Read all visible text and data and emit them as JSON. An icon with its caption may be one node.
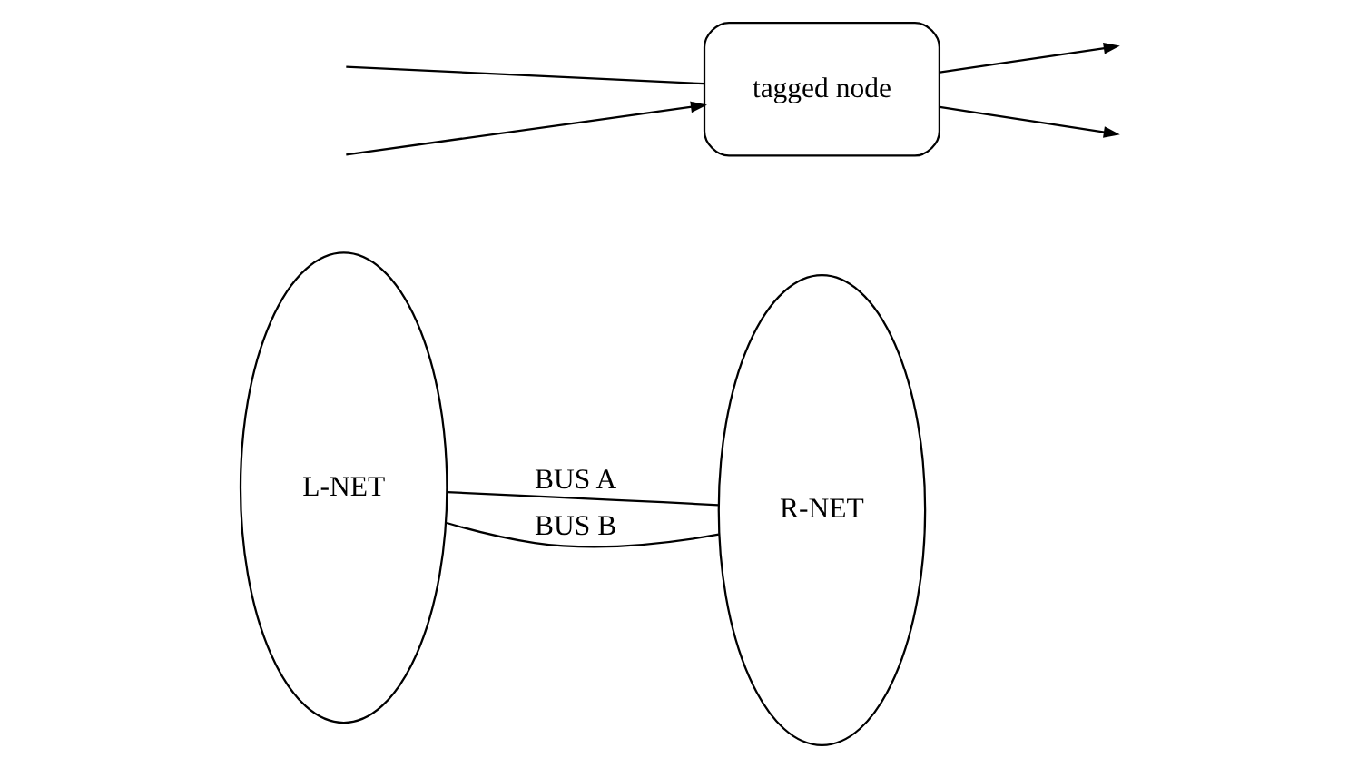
{
  "diagram": {
    "nodes": [
      {
        "text": [
          "L-NET"
        ]
      },
      {
        "text": [
          "tagged node"
        ]
      },
      {
        "text": [
          "R-NET"
        ]
      }
    ],
    "edges": [
      {
        "from": 0,
        "to": 2,
        "arrow": "none",
        "label": "BUS A"
      },
      {
        "from": 0,
        "to": 2,
        "arrow": "none",
        "label": "BUS B"
      },
      {
        "from": null,
        "to": 1,
        "arrow": "none"
      },
      {
        "from": null,
        "to": 1,
        "arrow": "to"
      },
      {
        "from": 1,
        "to": null,
        "arrow": "to"
      },
      {
        "from": 1,
        "to": null,
        "arrow": "to"
      }
    ]
  }
}
